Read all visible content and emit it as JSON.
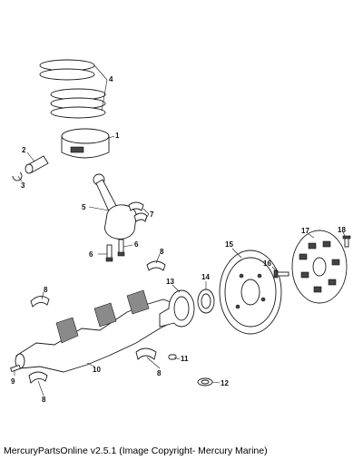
{
  "caption": "MercuryPartsOnline v2.5.1 (Image Copyright- Mercury Marine)",
  "callouts": {
    "c1": "1",
    "c2": "2",
    "c3": "3",
    "c4": "4",
    "c5": "5",
    "c6a": "6",
    "c6b": "6",
    "c7": "7",
    "c8a": "8",
    "c8b": "8",
    "c8c": "8",
    "c8d": "8",
    "c9": "9",
    "c10": "10",
    "c11": "11",
    "c12": "12",
    "c13": "13",
    "c14": "14",
    "c15": "15",
    "c16": "16",
    "c17": "17",
    "c18": "18"
  }
}
